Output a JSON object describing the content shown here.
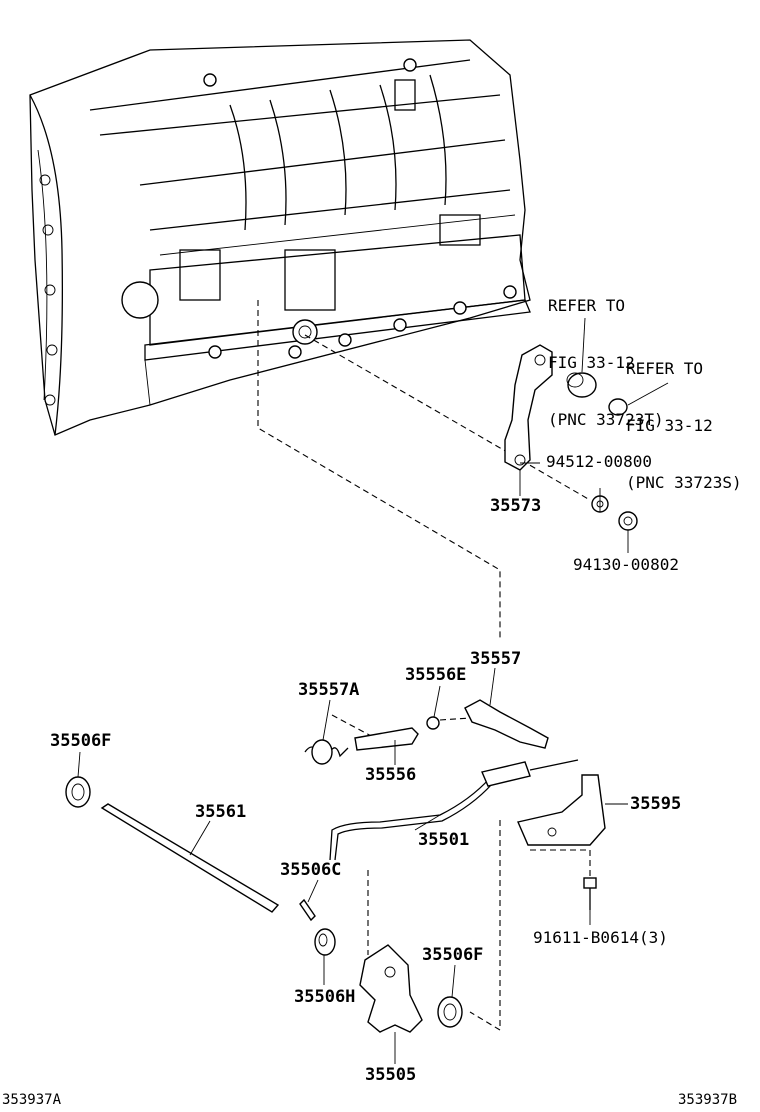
{
  "refs": {
    "ref1": [
      "REFER TO",
      "FIG 33-12",
      "(PNC 33723T)"
    ],
    "ref2": [
      "REFER TO",
      "FIG 33-12",
      "(PNC 33723S)"
    ]
  },
  "parts": {
    "p94512": "94512-00800",
    "p35573": "35573",
    "p94130": "94130-00802",
    "p35557": "35557",
    "p35557A": "35557A",
    "p35556E": "35556E",
    "p35556": "35556",
    "p35506F_a": "35506F",
    "p35561": "35561",
    "p35501": "35501",
    "p35595": "35595",
    "p35506C": "35506C",
    "p91611": "91611-B0614(3)",
    "p35506H": "35506H",
    "p35506F_b": "35506F",
    "p35505": "35505"
  },
  "footer": {
    "left_code": "353937A",
    "right_code": "353937B"
  }
}
